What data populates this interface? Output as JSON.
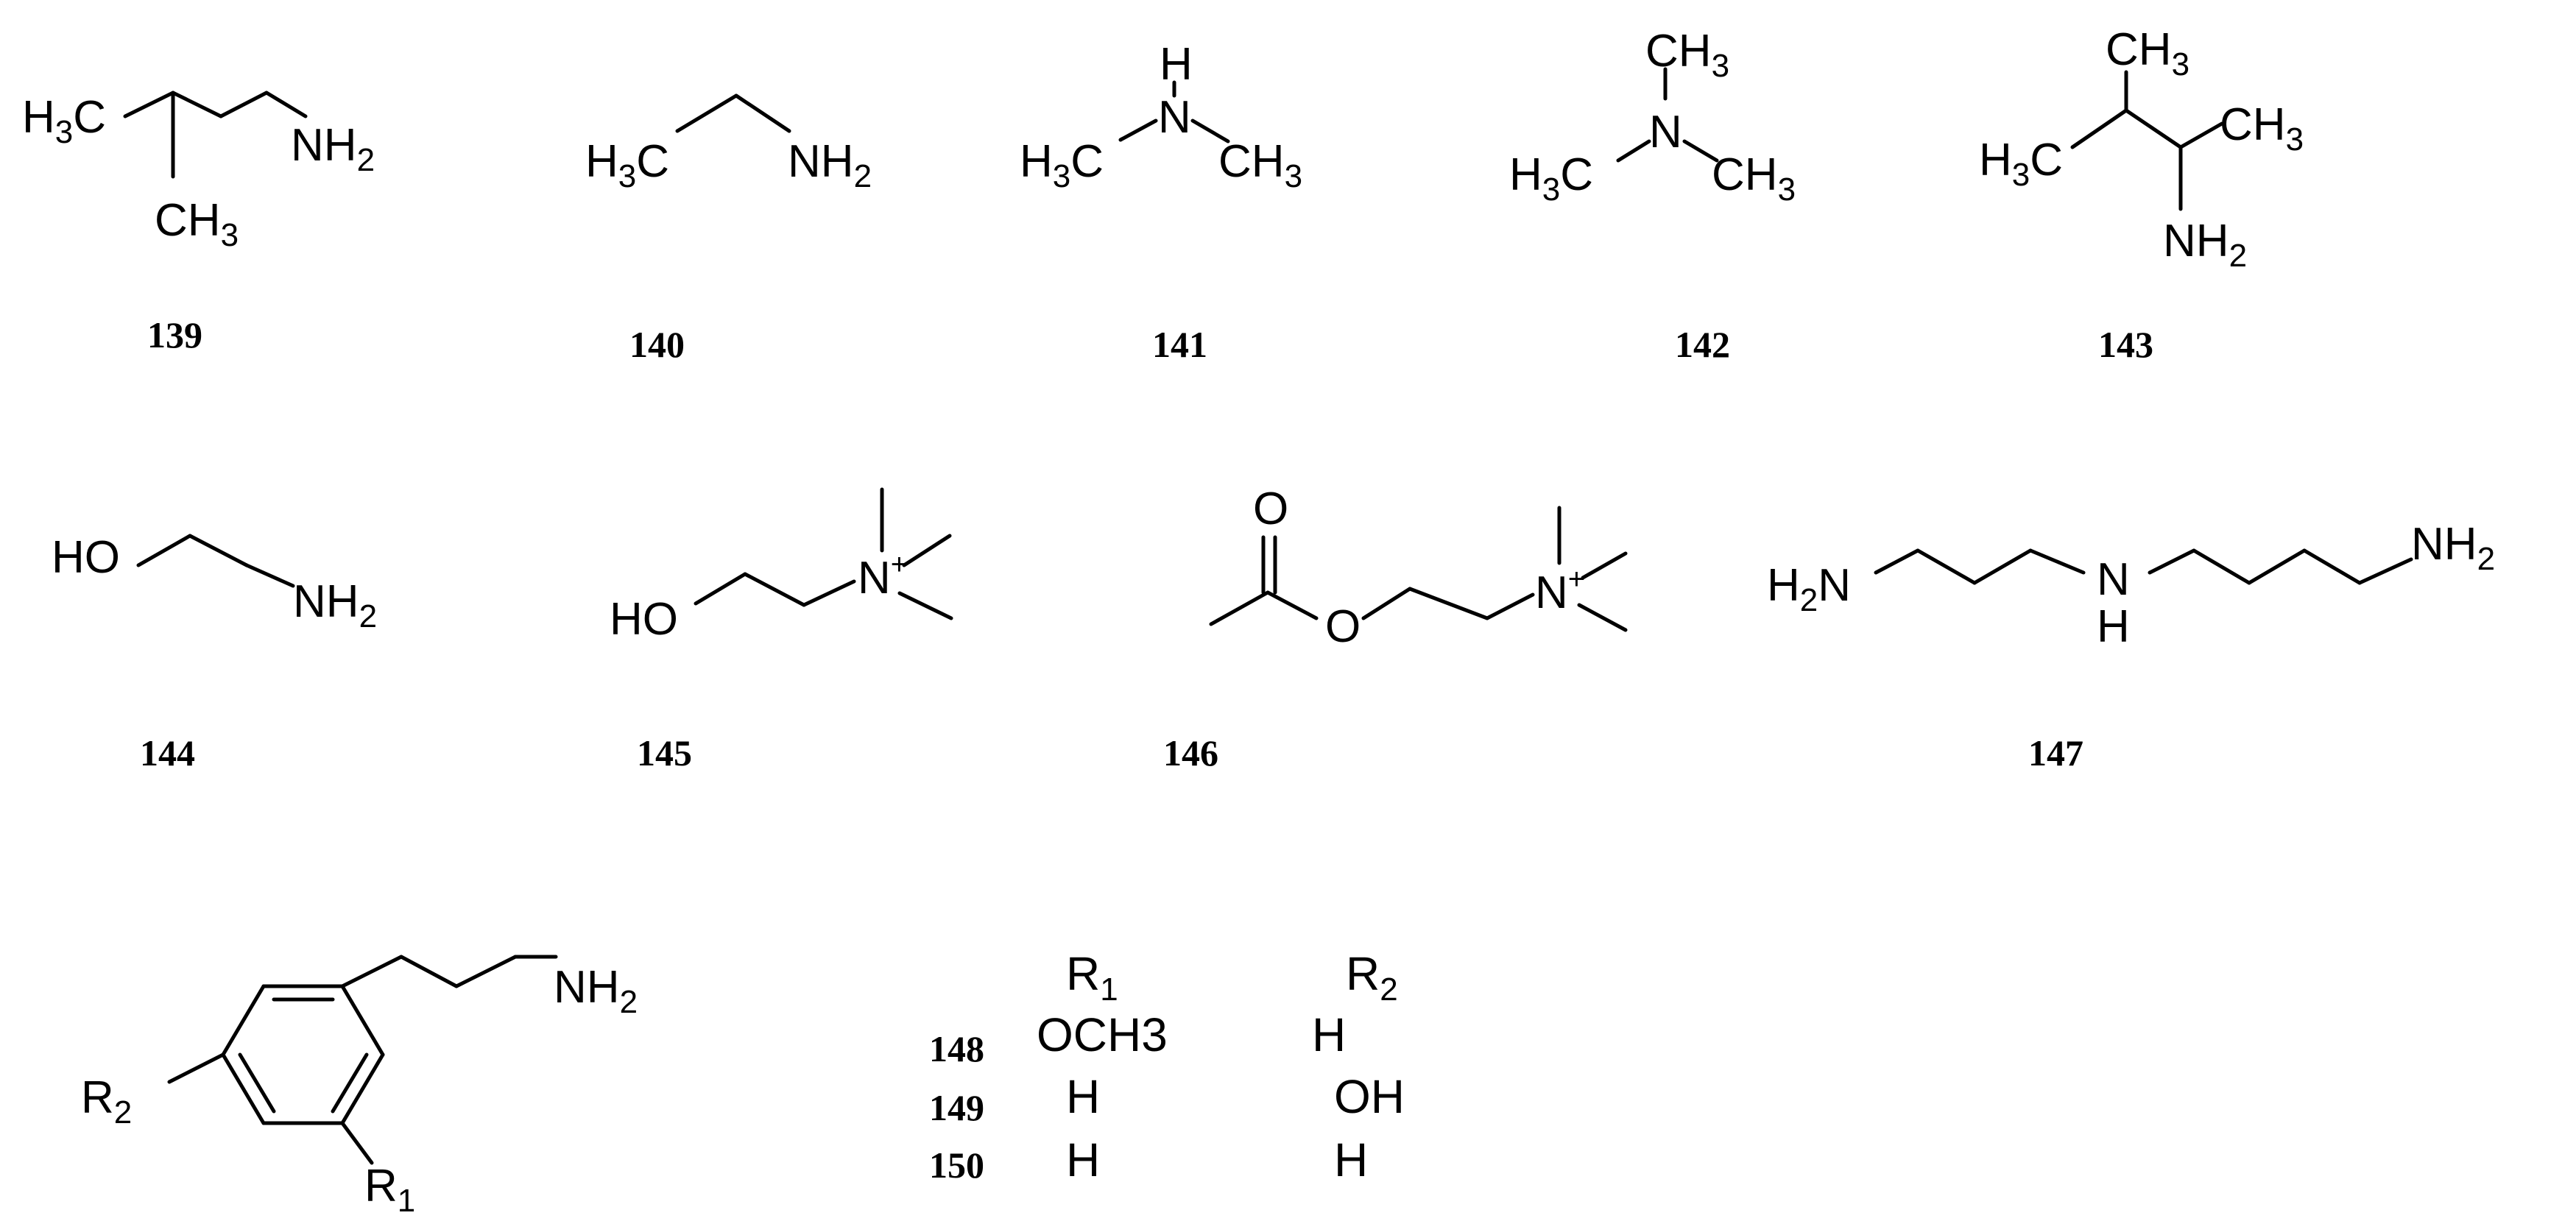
{
  "compounds": [
    {
      "id": "139",
      "labels": {
        "h3c": "H3C",
        "nh2": "NH2",
        "ch3": "CH3"
      }
    },
    {
      "id": "140",
      "labels": {
        "h3c": "H3C",
        "nh2": "NH2"
      }
    },
    {
      "id": "141",
      "labels": {
        "h": "H",
        "n": "N",
        "h3c": "H3C",
        "ch3": "CH3"
      }
    },
    {
      "id": "142",
      "labels": {
        "ch3_top": "CH3",
        "n": "N",
        "h3c": "H3C",
        "ch3_right": "CH3"
      }
    },
    {
      "id": "143",
      "labels": {
        "ch3_top": "CH3",
        "h3c": "H3C",
        "ch3_right": "CH3",
        "nh2": "NH2"
      }
    },
    {
      "id": "144",
      "labels": {
        "ho": "HO",
        "nh2": "NH2"
      }
    },
    {
      "id": "145",
      "labels": {
        "ho": "HO",
        "n": "N",
        "charge": "+"
      }
    },
    {
      "id": "146",
      "labels": {
        "o_carbonyl": "O",
        "o_ester": "O",
        "n": "N",
        "charge": "+"
      }
    },
    {
      "id": "147",
      "labels": {
        "h2n": "H2N",
        "n": "N",
        "h": "H",
        "nh2": "NH2"
      }
    }
  ],
  "scaffold": {
    "labels": {
      "nh2": "NH2",
      "r2": "R2",
      "r1": "R1"
    }
  },
  "substituent_table": {
    "headers": {
      "r1": "R1",
      "r2": "R2"
    },
    "rows": [
      {
        "id": "148",
        "r1": "OCH3",
        "r2": "H"
      },
      {
        "id": "149",
        "r1": "H",
        "r2": "OH"
      },
      {
        "id": "150",
        "r1": "H",
        "r2": "H"
      }
    ]
  }
}
